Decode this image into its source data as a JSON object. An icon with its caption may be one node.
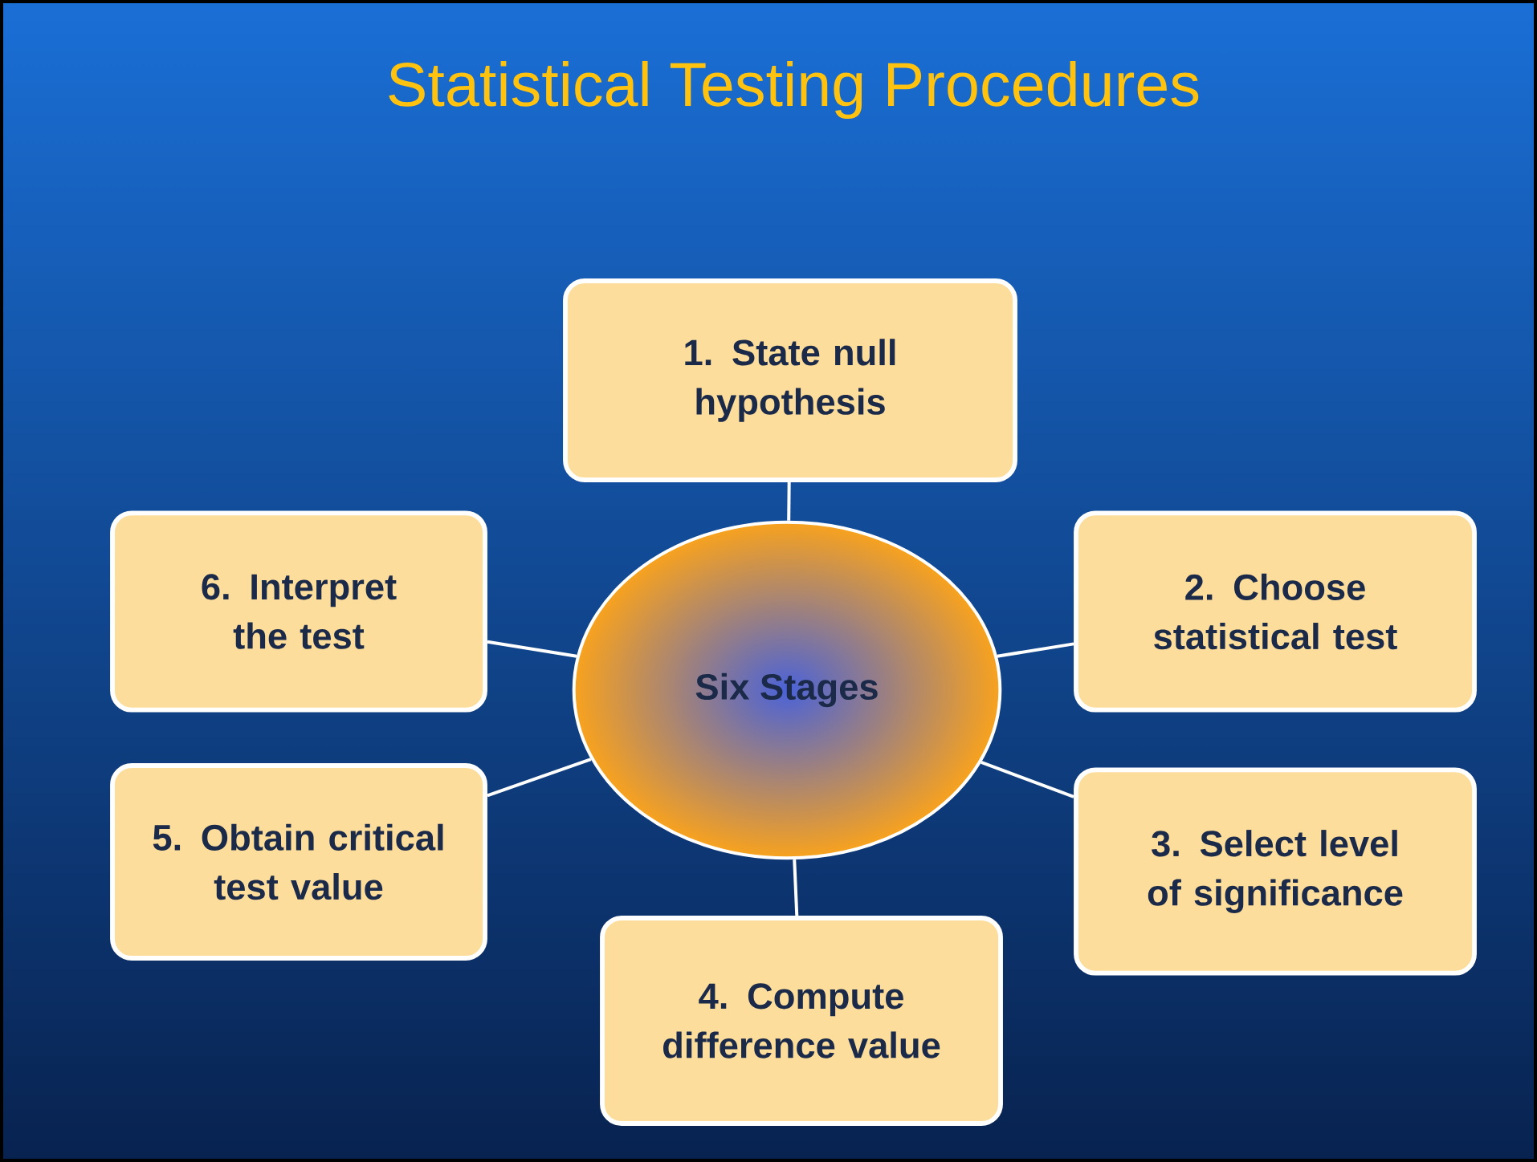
{
  "diagram": {
    "title": "Statistical Testing Procedures",
    "nodes": [
      {
        "text": [
          "Six Stages"
        ]
      },
      {
        "text": [
          "1. State null hypothesis"
        ]
      },
      {
        "text": [
          "2. Choose statistical test"
        ]
      },
      {
        "text": [
          "3. Select level of significance"
        ]
      },
      {
        "text": [
          "4. Compute difference value"
        ]
      },
      {
        "text": [
          "5. Obtain critical test value"
        ]
      },
      {
        "text": [
          "6. Interpret the test"
        ]
      }
    ],
    "edges": [
      {
        "from": 0,
        "to": 1,
        "arrow": "none"
      },
      {
        "from": 0,
        "to": 2,
        "arrow": "none"
      },
      {
        "from": 0,
        "to": 3,
        "arrow": "none"
      },
      {
        "from": 0,
        "to": 4,
        "arrow": "none"
      },
      {
        "from": 0,
        "to": 5,
        "arrow": "none"
      },
      {
        "from": 0,
        "to": 6,
        "arrow": "none"
      }
    ]
  }
}
